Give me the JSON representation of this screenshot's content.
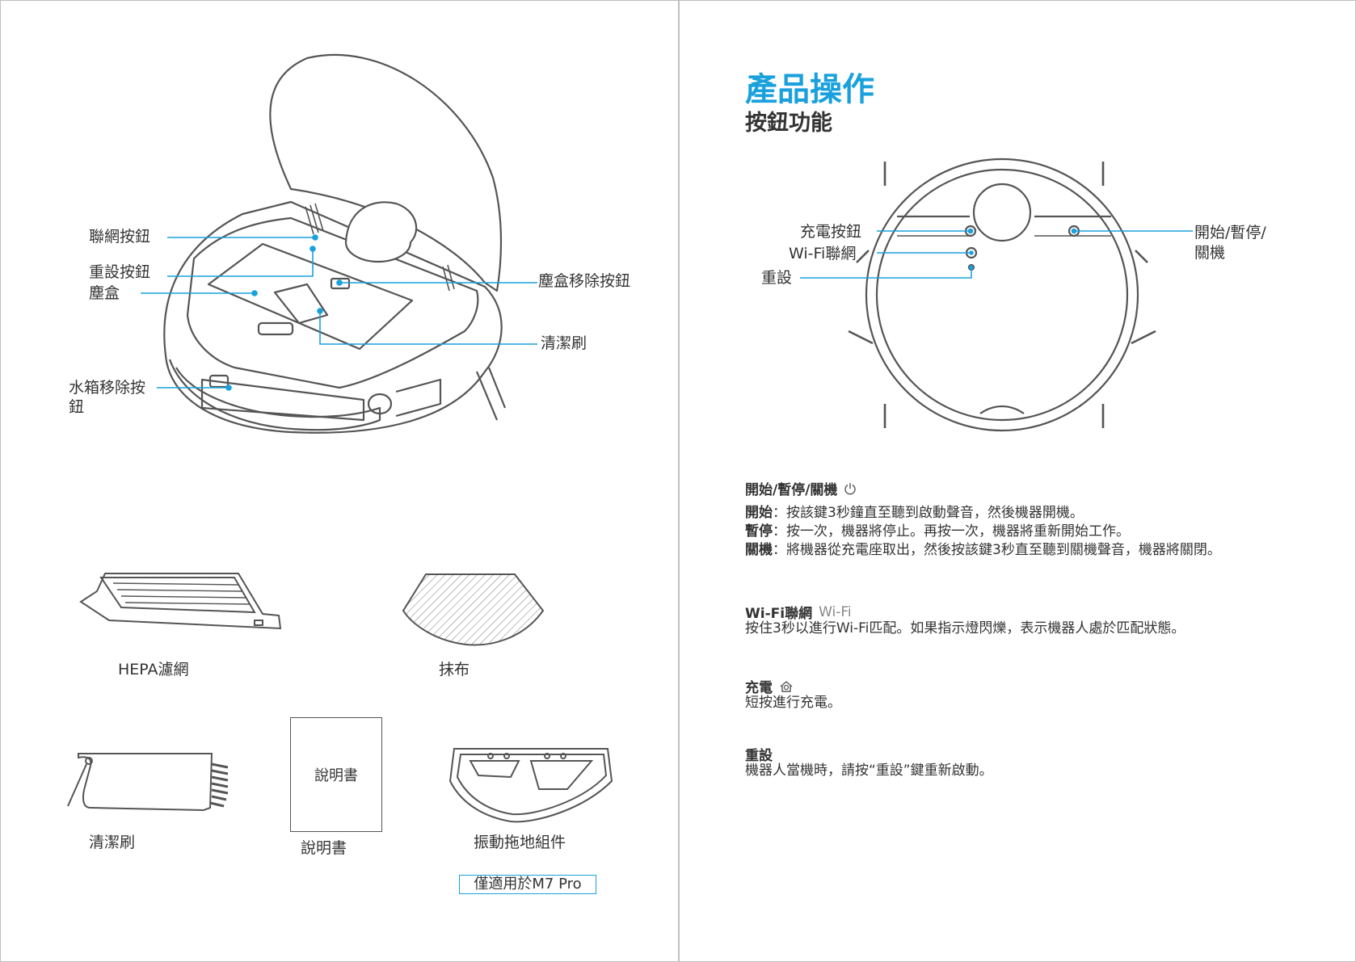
{
  "left": {
    "labels": {
      "wifi_button": "聯網按鈕",
      "reset_button": "重設按鈕",
      "dustbin": "塵盒",
      "water_tank_release": "水箱移除按\n鈕",
      "dustbin_release": "塵盒移除按鈕",
      "cleaning_brush_top": "清潔刷"
    },
    "accessories": {
      "hepa": "HEPA濾網",
      "mop": "抹布",
      "brush": "清潔刷",
      "manual_box": "說明書",
      "manual": "說明書",
      "vibrating_mop": "振動拖地組件",
      "note": "僅適用於M7 Pro"
    }
  },
  "right": {
    "title": "產品操作",
    "subtitle": "按鈕功能",
    "diagram_labels": {
      "charge": "充電按鈕",
      "wifi": "Wi-Fi聯網",
      "reset": "重設",
      "start": "開始/暫停/\n關機"
    },
    "sections": {
      "power": {
        "heading": "開始/暫停/關機",
        "lines": [
          {
            "key": "開始",
            "text": "：按該鍵3秒鐘直至聽到啟動聲音，然後機器開機。"
          },
          {
            "key": "暫停",
            "text": "：按一次，機器將停止。再按一次，機器將重新開始工作。"
          },
          {
            "key": "關機",
            "text": "：將機器從充電座取出，然後按該鍵3秒直至聽到關機聲音，機器將關閉。"
          }
        ]
      },
      "wifi": {
        "heading": "Wi-Fi聯網",
        "heading_light": "Wi-Fi",
        "text": "按住3秒以進行Wi-Fi匹配。如果指示燈閃爍，表示機器人處於匹配狀態。"
      },
      "charge": {
        "heading": "充電",
        "text": "短按進行充電。"
      },
      "reset": {
        "heading": "重設",
        "text": "機器人當機時，請按“重設”鍵重新啟動。"
      }
    },
    "icons": [
      "power-icon",
      "home-icon"
    ]
  },
  "colors": {
    "accent": "#1aa1dd",
    "text": "#333333",
    "line": "#555555"
  }
}
